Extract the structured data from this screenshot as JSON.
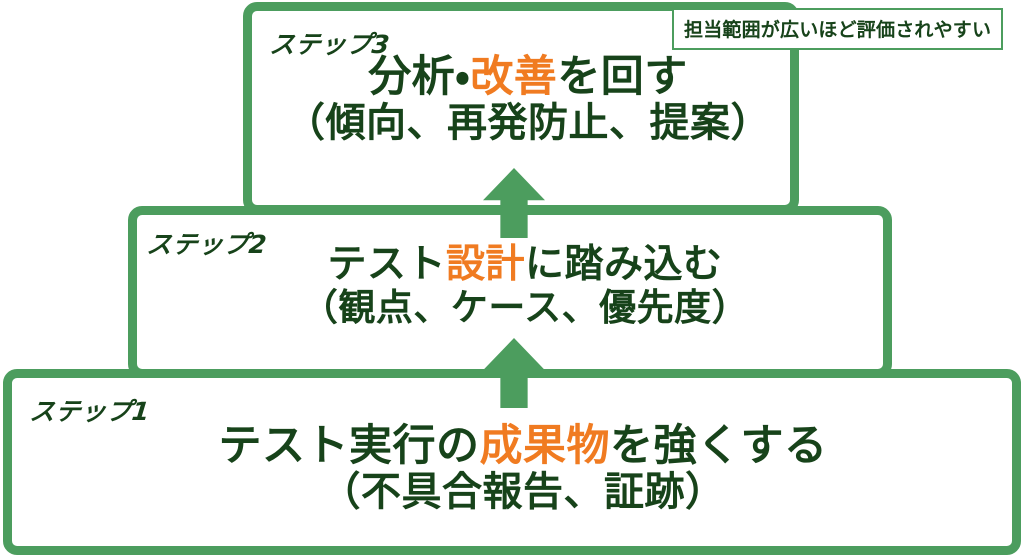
{
  "colors": {
    "border_green": "#4C9D5E",
    "text_dark_green": "#17431A",
    "accent_orange": "#F07B21",
    "background": "#FFFFFF"
  },
  "callout": {
    "text": "担当範囲が広いほど評価されやすい"
  },
  "steps": [
    {
      "id": "step3",
      "kicker": "ステップ3",
      "main": {
        "before": "分析・",
        "highlight": "改善",
        "after": "を回す"
      },
      "sub": "（傾向、再発防止、提案）"
    },
    {
      "id": "step2",
      "kicker": "ステップ2",
      "main": {
        "before": "テスト",
        "highlight": "設計",
        "after": "に踏み込む"
      },
      "sub": "（観点、ケース、優先度）"
    },
    {
      "id": "step1",
      "kicker": "ステップ1",
      "main": {
        "before": "テスト実行の",
        "highlight": "成果物",
        "after": "を強くする"
      },
      "sub": "（不具合報告、証跡）"
    }
  ],
  "arrows": [
    {
      "id": "arrow-step1-to-step2",
      "direction": "up"
    },
    {
      "id": "arrow-step2-to-step3",
      "direction": "up"
    }
  ]
}
